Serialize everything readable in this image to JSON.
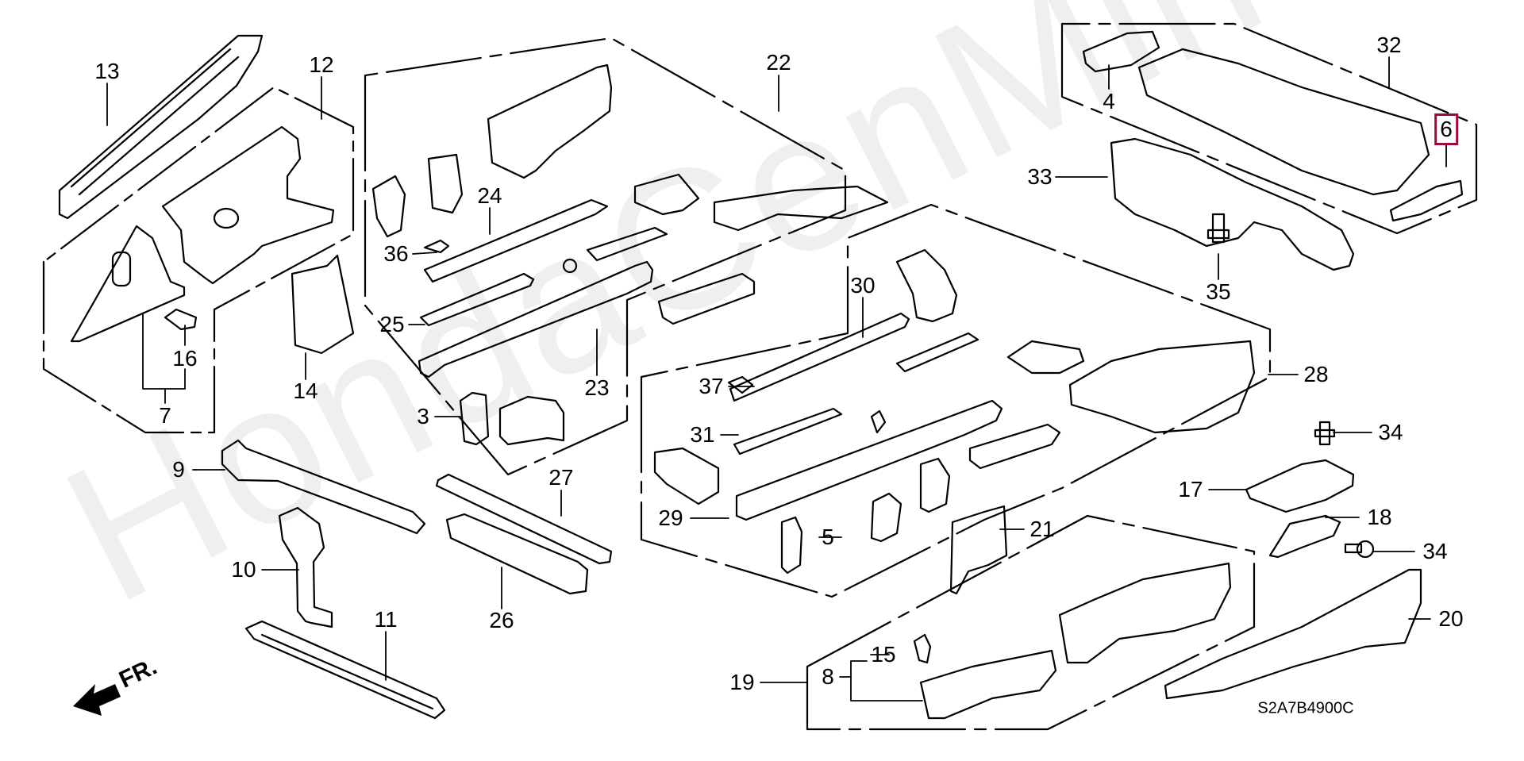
{
  "diagram": {
    "title": "Front bulkhead / frame parts exploded view",
    "drawing_code": "S2A7B4900C",
    "watermark": "HondaCenMine.ru",
    "direction_indicator": "FR.",
    "highlight_color": "#9b0b3a",
    "highlighted_part": "6",
    "callouts": [
      {
        "id": "13",
        "label": "13"
      },
      {
        "id": "12",
        "label": "12"
      },
      {
        "id": "16",
        "label": "16"
      },
      {
        "id": "7",
        "label": "7"
      },
      {
        "id": "14",
        "label": "14"
      },
      {
        "id": "9",
        "label": "9"
      },
      {
        "id": "10",
        "label": "10"
      },
      {
        "id": "11",
        "label": "11"
      },
      {
        "id": "22",
        "label": "22"
      },
      {
        "id": "24",
        "label": "24"
      },
      {
        "id": "36",
        "label": "36"
      },
      {
        "id": "25",
        "label": "25"
      },
      {
        "id": "23",
        "label": "23"
      },
      {
        "id": "3",
        "label": "3"
      },
      {
        "id": "27",
        "label": "27"
      },
      {
        "id": "26",
        "label": "26"
      },
      {
        "id": "30",
        "label": "30"
      },
      {
        "id": "37",
        "label": "37"
      },
      {
        "id": "31",
        "label": "31"
      },
      {
        "id": "29",
        "label": "29"
      },
      {
        "id": "5",
        "label": "5"
      },
      {
        "id": "21",
        "label": "21"
      },
      {
        "id": "28",
        "label": "28"
      },
      {
        "id": "19",
        "label": "19"
      },
      {
        "id": "15",
        "label": "15"
      },
      {
        "id": "8",
        "label": "8"
      },
      {
        "id": "4",
        "label": "4"
      },
      {
        "id": "32",
        "label": "32"
      },
      {
        "id": "6",
        "label": "6"
      },
      {
        "id": "33",
        "label": "33"
      },
      {
        "id": "35",
        "label": "35"
      },
      {
        "id": "34a",
        "label": "34"
      },
      {
        "id": "17",
        "label": "17"
      },
      {
        "id": "18",
        "label": "18"
      },
      {
        "id": "34b",
        "label": "34"
      },
      {
        "id": "20",
        "label": "20"
      }
    ]
  }
}
